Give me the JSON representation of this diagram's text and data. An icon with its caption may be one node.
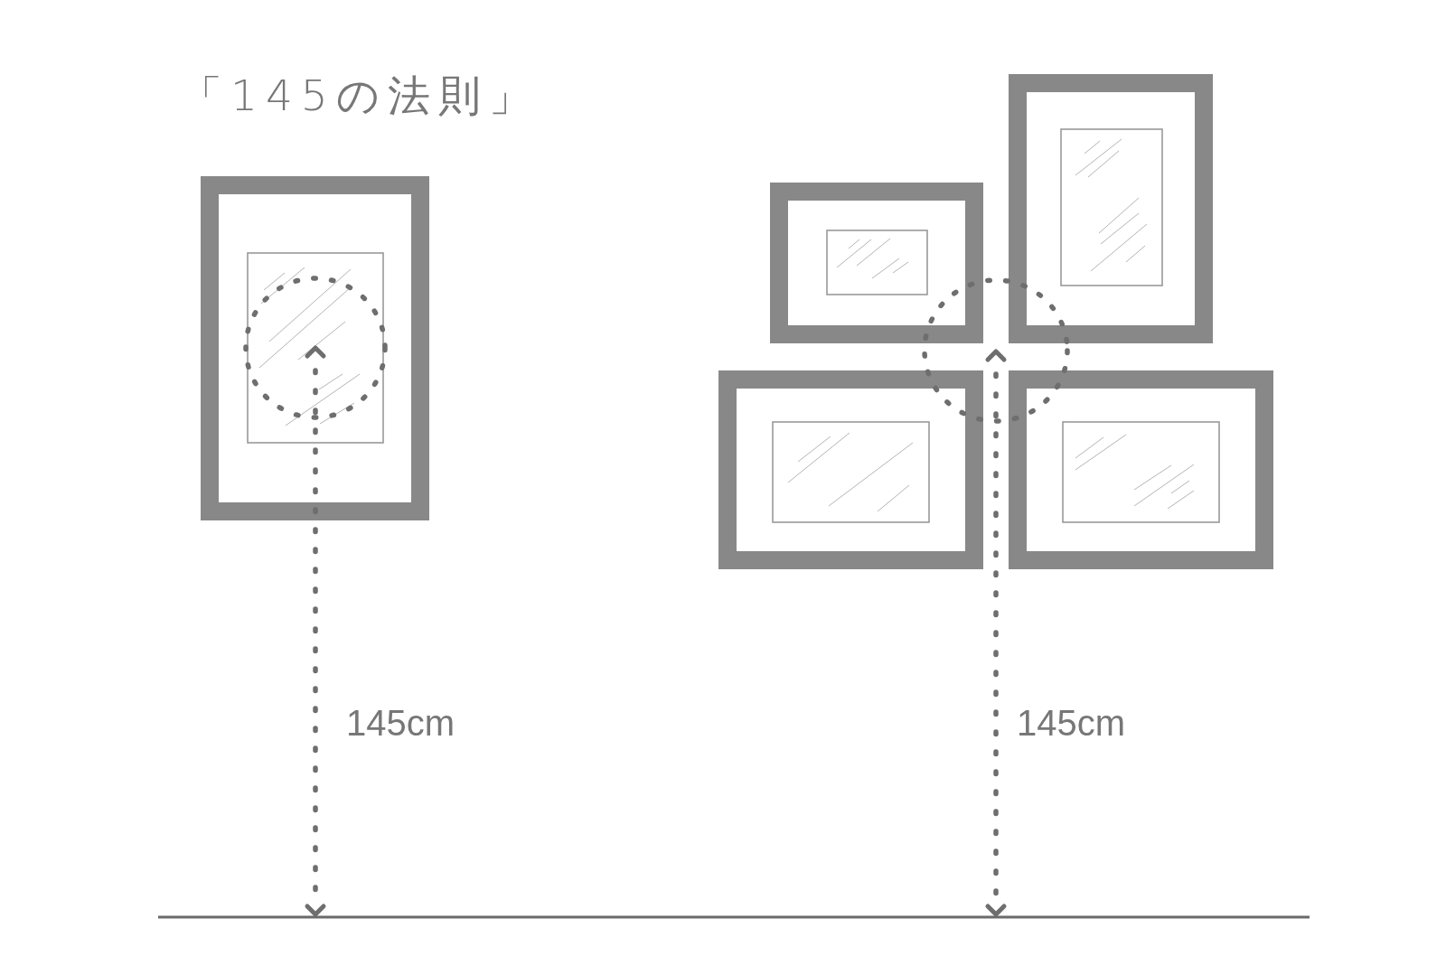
{
  "diagram": {
    "title": "「145の法則」",
    "nodes": [
      {
        "text": [],
        "shape": "circle"
      },
      {
        "text": [],
        "shape": "circle"
      }
    ],
    "labels": [
      "145cm",
      "145cm"
    ]
  }
}
